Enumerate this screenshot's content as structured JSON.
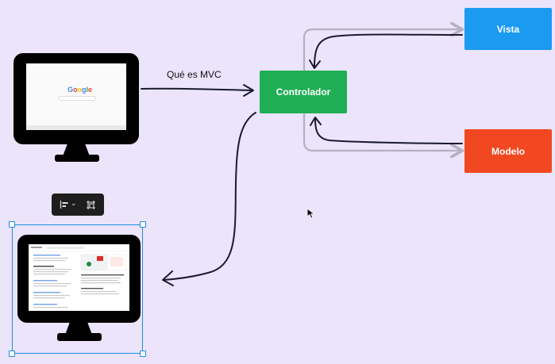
{
  "nodes": {
    "controller": {
      "label": "Controlador",
      "color": "#1faf55"
    },
    "view": {
      "label": "Vista",
      "color": "#1b9af2"
    },
    "model": {
      "label": "Modelo",
      "color": "#f24822"
    }
  },
  "edges": {
    "request_label": "Qué es MVC"
  },
  "browser_screen": {
    "logo_letters": [
      "G",
      "o",
      "o",
      "g",
      "l",
      "e"
    ]
  },
  "toolbar": {
    "align_icon": "align-left-icon",
    "frame_icon": "frame-selection-icon",
    "dropdown_glyph": "⌄"
  },
  "colors": {
    "canvas": "#ebe4fb",
    "selection": "#1e8fe0",
    "connector_gray": "#b5b0bf",
    "ink": "#1a1a2e"
  }
}
